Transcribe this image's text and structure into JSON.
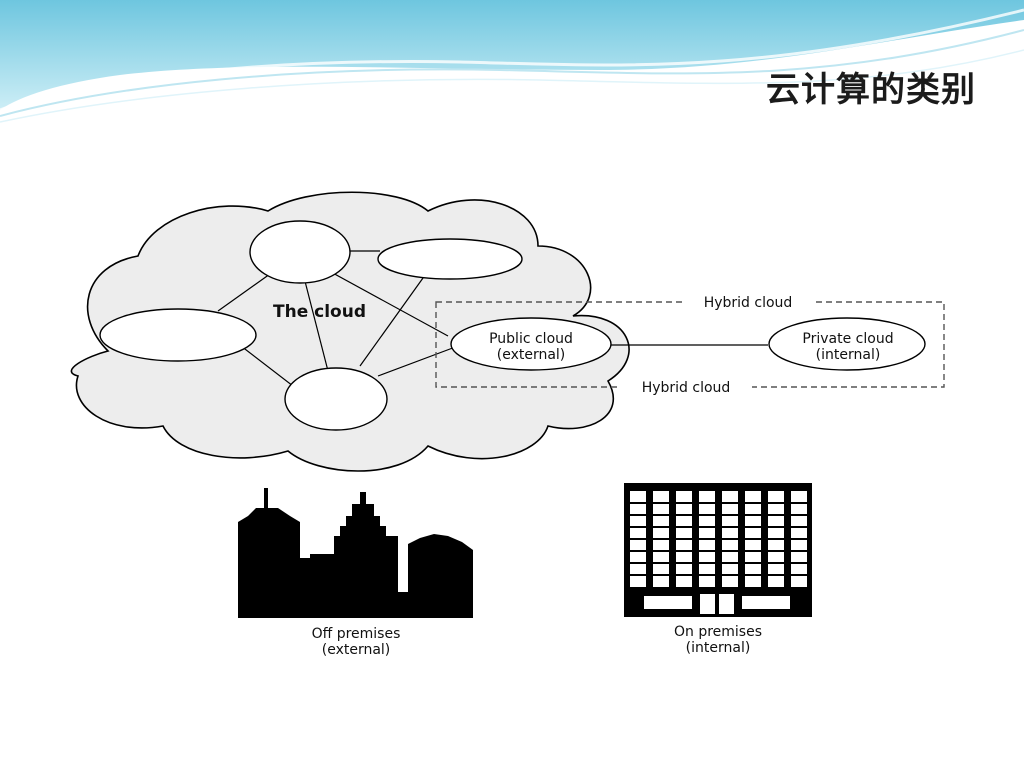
{
  "slide": {
    "title": "云计算的类别"
  },
  "diagram": {
    "cloud_label": "The cloud",
    "public_cloud": {
      "line1": "Public cloud",
      "line2": "(external)"
    },
    "private_cloud": {
      "line1": "Private cloud",
      "line2": "(internal)"
    },
    "hybrid_label_top": "Hybrid cloud",
    "hybrid_label_bottom": "Hybrid cloud",
    "off_premises": {
      "line1": "Off premises",
      "line2": "(external)"
    },
    "on_premises": {
      "line1": "On premises",
      "line2": "(internal)"
    }
  },
  "colors": {
    "header_wave": "#9fd9ea",
    "cloud_fill": "#ededed",
    "ink": "#000000",
    "hybrid_dash": "#555555"
  }
}
